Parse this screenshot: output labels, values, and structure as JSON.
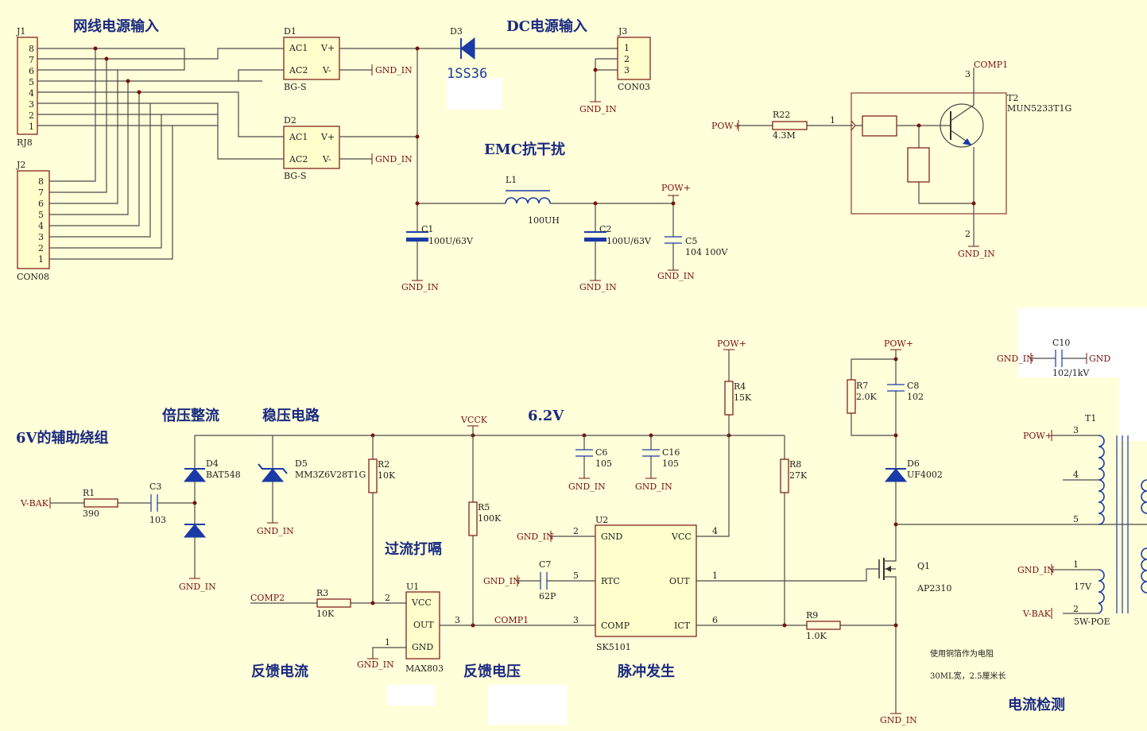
{
  "headings": {
    "net_input": "网线电源输入",
    "dc_input": "DC电源输入",
    "emc": "EMC抗干扰",
    "aux_winding": "6V的辅助绕组",
    "doubler": "倍压整流",
    "regulator": "稳压电路",
    "v62": "6.2V",
    "overcurrent": "过流打嗝",
    "fb_current": "反馈电流",
    "fb_voltage": "反馈电压",
    "pulse": "脉冲发生",
    "cur_detect": "电流检测"
  },
  "notes": {
    "line1": "使用铜箔作为电阻",
    "line2": "30ML宽，2.5厘米长"
  },
  "components": {
    "j1": {
      "ref": "J1",
      "value": "RJ8",
      "pins": [
        "8",
        "7",
        "6",
        "5",
        "4",
        "3",
        "2",
        "1"
      ]
    },
    "j2": {
      "ref": "J2",
      "value": "CON08",
      "pins": [
        "8",
        "7",
        "6",
        "5",
        "4",
        "3",
        "2",
        "1"
      ]
    },
    "d1": {
      "ref": "D1",
      "value": "BG-S",
      "p1": "AC1",
      "p2": "AC2",
      "p3": "V+",
      "p4": "V-"
    },
    "d2": {
      "ref": "D2",
      "value": "BG-S",
      "p1": "AC1",
      "p2": "AC2",
      "p3": "V+",
      "p4": "V-"
    },
    "d3": {
      "ref": "D3",
      "value": "1SS36"
    },
    "j3": {
      "ref": "J3",
      "value": "CON03",
      "pins": [
        "1",
        "2",
        "3"
      ]
    },
    "l1": {
      "ref": "L1",
      "value": "100UH"
    },
    "c1": {
      "ref": "C1",
      "value": "100U/63V"
    },
    "c2": {
      "ref": "C2",
      "value": "100U/63V"
    },
    "c5": {
      "ref": "C5",
      "value": "104 100V"
    },
    "r22": {
      "ref": "R22",
      "value": "4.3M"
    },
    "t2": {
      "ref": "T2",
      "value": "MUN5233T1G",
      "pin1": "1",
      "pin2": "2",
      "pin3": "3"
    },
    "c10": {
      "ref": "C10",
      "value": "102/1kV"
    },
    "r4": {
      "ref": "R4",
      "value": "15K"
    },
    "r7": {
      "ref": "R7",
      "value": "2.0K"
    },
    "c8": {
      "ref": "C8",
      "value": "102"
    },
    "t1": {
      "ref": "T1",
      "value": "5W-POE",
      "p1": "1",
      "p2": "2",
      "p3": "3",
      "p4": "4",
      "p5": "5",
      "v17": "17V"
    },
    "d4": {
      "ref": "D4",
      "value": "BAT548"
    },
    "d5": {
      "ref": "D5",
      "value": "MM3Z6V28T1G"
    },
    "r1": {
      "ref": "R1",
      "value": "390"
    },
    "c3": {
      "ref": "C3",
      "value": "103"
    },
    "r2": {
      "ref": "R2",
      "value": "10K"
    },
    "r5": {
      "ref": "R5",
      "value": "100K"
    },
    "c6": {
      "ref": "C6",
      "value": "105"
    },
    "c16": {
      "ref": "C16",
      "value": "105"
    },
    "r8": {
      "ref": "R8",
      "value": "27K"
    },
    "d6": {
      "ref": "D6",
      "value": "UF4002"
    },
    "u2": {
      "ref": "U2",
      "value": "SK5101",
      "gnd": "GND",
      "vcc": "VCC",
      "rtc": "RTC",
      "out": "OUT",
      "comp": "COMP",
      "ict": "ICT",
      "n2": "2",
      "n4": "4",
      "n5": "5",
      "n1": "1",
      "n3": "3",
      "n6": "6"
    },
    "c7": {
      "ref": "C7",
      "value": "62P"
    },
    "q1": {
      "ref": "Q1",
      "value": "AP2310"
    },
    "r3": {
      "ref": "R3",
      "value": "10K"
    },
    "u1": {
      "ref": "U1",
      "value": "MAX803",
      "vcc": "VCC",
      "out": "OUT",
      "gnd": "GND",
      "n2": "2",
      "n1": "1",
      "n3": "3"
    },
    "r9": {
      "ref": "R9",
      "value": "1.0K"
    }
  },
  "nets": {
    "gnd_in": "GND_IN",
    "gnd": "GND",
    "pow": "POW+",
    "comp1": "COMP1",
    "comp2": "COMP2",
    "vcck": "VCCK",
    "vbak": "V-BAK"
  }
}
